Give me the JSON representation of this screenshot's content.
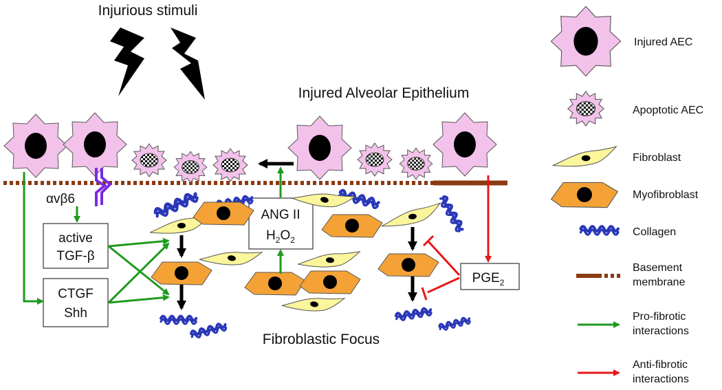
{
  "title_stimuli": "Injurious stimuli",
  "title_epithelium": "Injured Alveolar Epithelium",
  "title_focus": "Fibroblastic Focus",
  "label_integrin": "αvβ6",
  "box_tgf": {
    "line1": "active",
    "line2": "TGF-β"
  },
  "box_ctgf": {
    "line1": "CTGF",
    "line2": "Shh"
  },
  "box_ang": {
    "line1": "ANG II",
    "line2_main": "H",
    "line2_sub1": "2",
    "line2_mid": "O",
    "line2_sub2": "2"
  },
  "box_pge": {
    "main": "PGE",
    "sub": "2"
  },
  "legend": {
    "injured_aec": "Injured AEC",
    "apoptotic_aec": "Apoptotic AEC",
    "fibroblast": "Fibroblast",
    "myofibroblast": "Myofibroblast",
    "collagen": "Collagen",
    "basement_line1": "Basement",
    "basement_line2": "membrane",
    "profibrotic_line1": "Pro-fibrotic",
    "profibrotic_line2": "interactions",
    "antifibrotic_line1": "Anti-fibrotic",
    "antifibrotic_line2": "interactions"
  },
  "colors": {
    "aec_fill": "#f2c2ea",
    "fibroblast_fill": "#fbf59c",
    "myofibroblast_fill": "#f4a236",
    "collagen": "#2a38b8",
    "basement": "#8b3a12",
    "pro_fibrotic": "#1e9a1e",
    "anti_fibrotic": "#e81818",
    "integrin": "#7a2be0"
  }
}
